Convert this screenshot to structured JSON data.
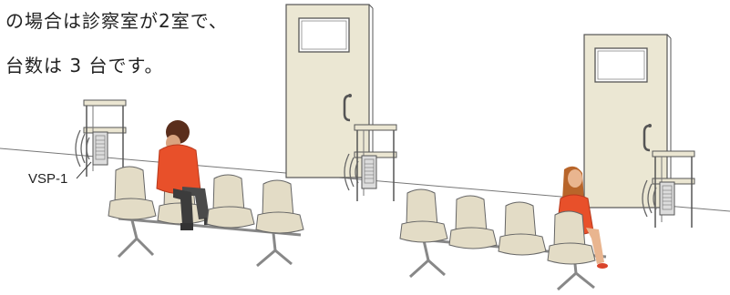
{
  "caption": {
    "line1": "の場合は診察室が2室で、",
    "line2": "台数は 3 台です。"
  },
  "device_label": "VSP-1",
  "device_count": 3,
  "consultation_rooms": 2,
  "colors": {
    "door_fill": "#ebe7d3",
    "chair_fill": "#e3dcc6",
    "shirt": "#e8502a",
    "hair_man": "#5a2e1c",
    "hair_woman": "#b8652a",
    "shelf_fill": "#ebe6d2",
    "device_fill": "#dcdcdc",
    "outline": "#555555"
  },
  "icons": {
    "door": "door-icon",
    "speaker": "speaker-device-icon",
    "sound_waves": "sound-waves-icon",
    "chair": "waiting-chair-icon",
    "person": "seated-person-icon"
  }
}
